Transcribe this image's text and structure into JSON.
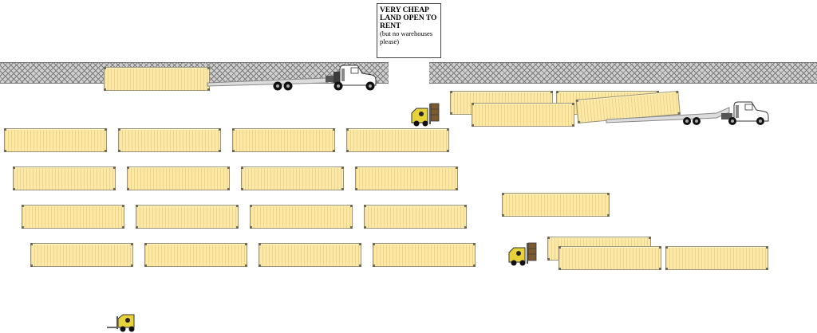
{
  "sign": {
    "lines": [
      "VERY CHEAP",
      "LAND OPEN TO",
      "RENT"
    ],
    "sub_lines": [
      "(but no warehouses",
      "please)"
    ]
  },
  "colors": {
    "container_fill": "#fde9a5",
    "container_border": "#9c9478",
    "fence": "#cfcfcf",
    "forklift": "#e8d23a",
    "truck_cab": "#ffffff"
  },
  "icons": [
    "truck-icon",
    "forklift-icon",
    "container-icon",
    "fence-icon"
  ]
}
